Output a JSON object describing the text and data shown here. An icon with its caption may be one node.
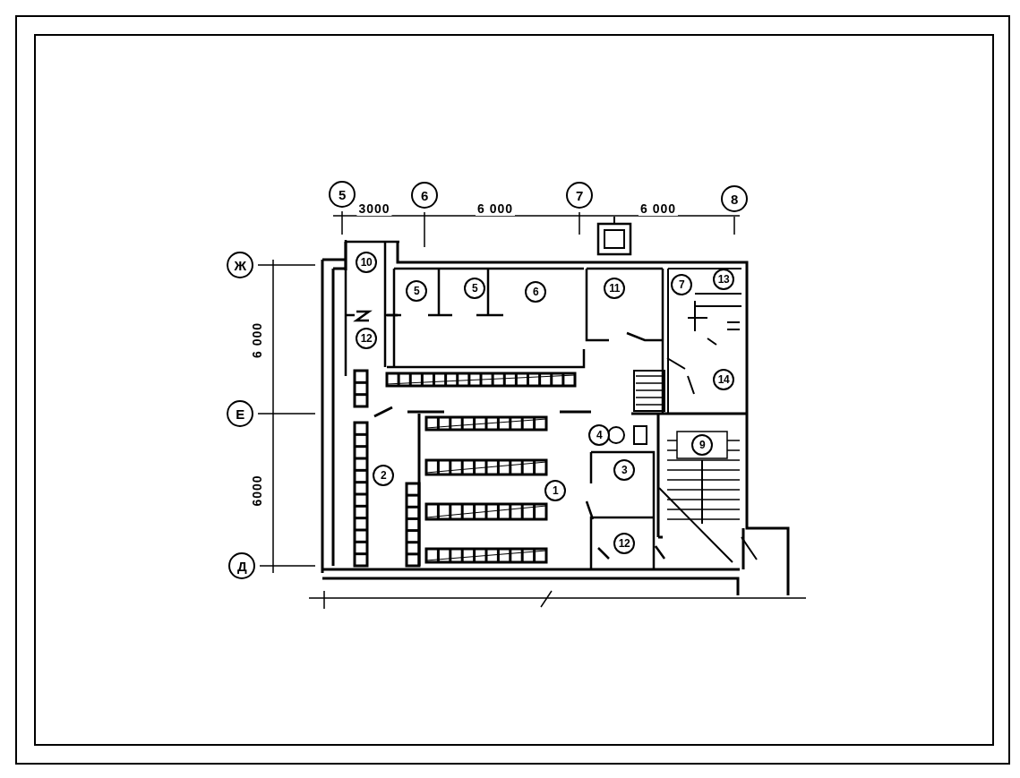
{
  "diagram": {
    "nodes": [
      {
        "text": [
          "5"
        ]
      },
      {
        "text": [
          "6"
        ]
      },
      {
        "text": [
          "7"
        ]
      },
      {
        "text": [
          "8"
        ]
      },
      {
        "text": [
          "Ж"
        ]
      },
      {
        "text": [
          "Е"
        ]
      },
      {
        "text": [
          "Д"
        ]
      },
      {
        "text": [
          "10"
        ]
      },
      {
        "text": [
          "5"
        ]
      },
      {
        "text": [
          "5"
        ]
      },
      {
        "text": [
          "6"
        ]
      },
      {
        "text": [
          "11"
        ]
      },
      {
        "text": [
          "7"
        ]
      },
      {
        "text": [
          "13"
        ]
      },
      {
        "text": [
          "12"
        ]
      },
      {
        "text": [
          "14"
        ]
      },
      {
        "text": [
          "4"
        ]
      },
      {
        "text": [
          "9"
        ]
      },
      {
        "text": [
          "2"
        ]
      },
      {
        "text": [
          "3"
        ]
      },
      {
        "text": [
          "1"
        ]
      },
      {
        "text": [
          "12"
        ]
      }
    ],
    "labels": [
      "3000",
      "6 000",
      "6 000",
      "6 000",
      "6000"
    ]
  }
}
